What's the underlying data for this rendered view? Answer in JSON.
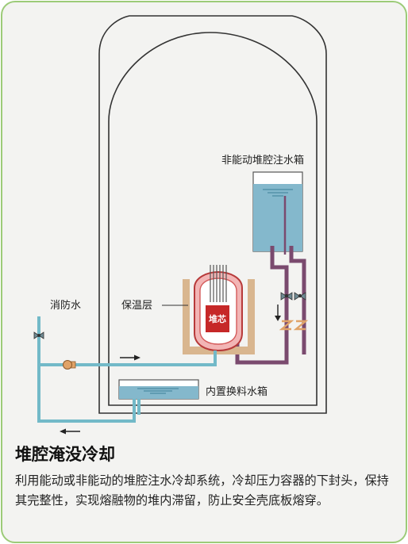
{
  "labels": {
    "tank": "非能动堆腔注水箱",
    "fire_water": "消防水",
    "insulation": "保温层",
    "core": "堆芯",
    "irwst": "内置换料水箱"
  },
  "title": "堆腔淹没冷却",
  "description": "利用能动或非能动的堆腔注水冷却系统，冷却压力容器的下封头，保持其完整性，实现熔融物的堆内滞留，防止安全壳底板熔穿。",
  "colors": {
    "frame": "#9ccb78",
    "water_pipe": "#72b9c8",
    "pipe_purple": "#7a4a6e",
    "water": "#84b8cc",
    "insulation": "#d9b68f",
    "vessel": "#f2b5b5",
    "core": "#c62828",
    "orifice": "#e0a368"
  }
}
